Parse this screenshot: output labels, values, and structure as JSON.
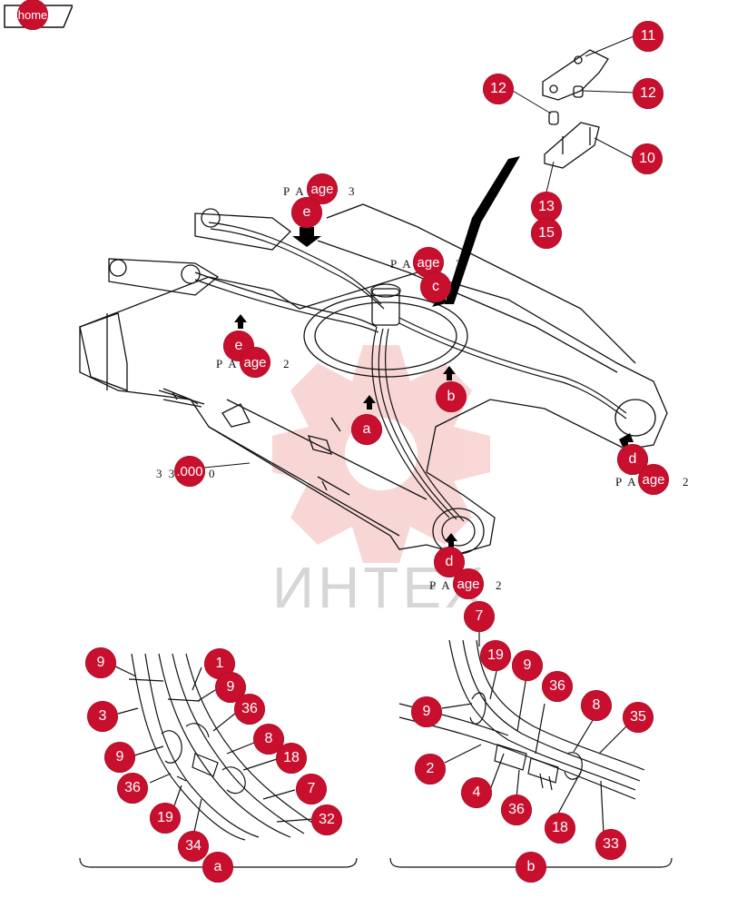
{
  "home_button": {
    "label": "home"
  },
  "watermark": {
    "text": "ИНТЕХ"
  },
  "page_refs": {
    "p3_top": "P A",
    "p3_top_num": "3",
    "p2_center": "P A",
    "p2_center_num": "2",
    "p2_left": "P A",
    "p2_left_num": "2",
    "p2_right": "P A",
    "p2_right_num": "2",
    "p2_bottom": "P A",
    "p2_bottom_num": "2",
    "part_no": "3 3",
    "part_no_tail": "0"
  },
  "callouts": {
    "c11": "11",
    "c12a": "12",
    "c12b": "12",
    "c10": "10",
    "c13": "13",
    "c15": "15",
    "page_top": "age",
    "e_top": "e",
    "page_center": "age",
    "c_center": "c",
    "e_left": "e",
    "page_left": "age",
    "b_center": "b",
    "a_center": "a",
    "d_right": "d",
    "page_right": "age",
    "part_000": ".000",
    "d_bottom": "d",
    "page_bottom": "age",
    "a_9": "9",
    "a_1": "1",
    "a_9b": "9",
    "a_3": "3",
    "a_36": "36",
    "a_8": "8",
    "a_9c": "9",
    "a_18": "18",
    "a_36b": "36",
    "a_7": "7",
    "a_19": "19",
    "a_32": "32",
    "a_34": "34",
    "a_label": "a",
    "b_7": "7",
    "b_19": "19",
    "b_9": "9",
    "b_36": "36",
    "b_9b": "9",
    "b_8": "8",
    "b_35": "35",
    "b_2": "2",
    "b_4": "4",
    "b_36b": "36",
    "b_18": "18",
    "b_33": "33",
    "b_label": "b"
  }
}
